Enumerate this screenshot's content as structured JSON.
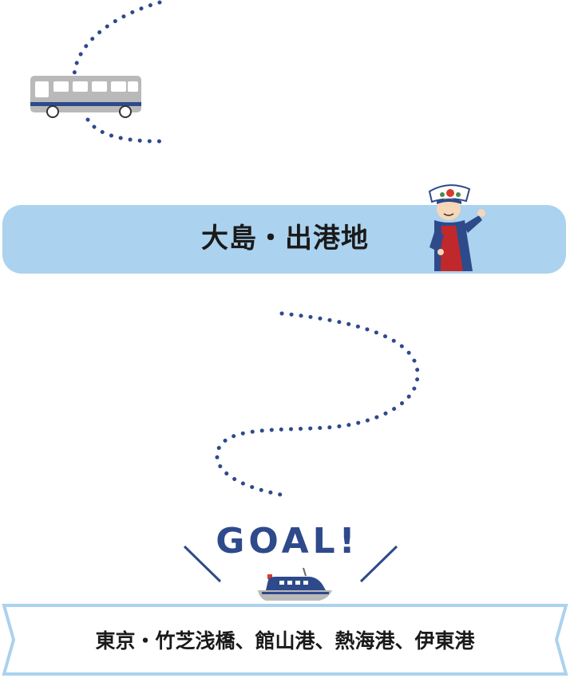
{
  "departure": {
    "label": "大島・出港地"
  },
  "goal": {
    "label": "GOAL!"
  },
  "destinations": {
    "label": "東京・竹芝浅橋、館山港、熱海港、伊東港"
  },
  "icons": {
    "bus": "bus-icon",
    "guide": "island-guide-character",
    "ferry": "ferry-icon"
  },
  "colors": {
    "route_dots": "#2e4a8b",
    "pill_fill": "#abd2ee",
    "ribbon_border": "#abd2ee",
    "goal_text": "#2e4a8b"
  }
}
